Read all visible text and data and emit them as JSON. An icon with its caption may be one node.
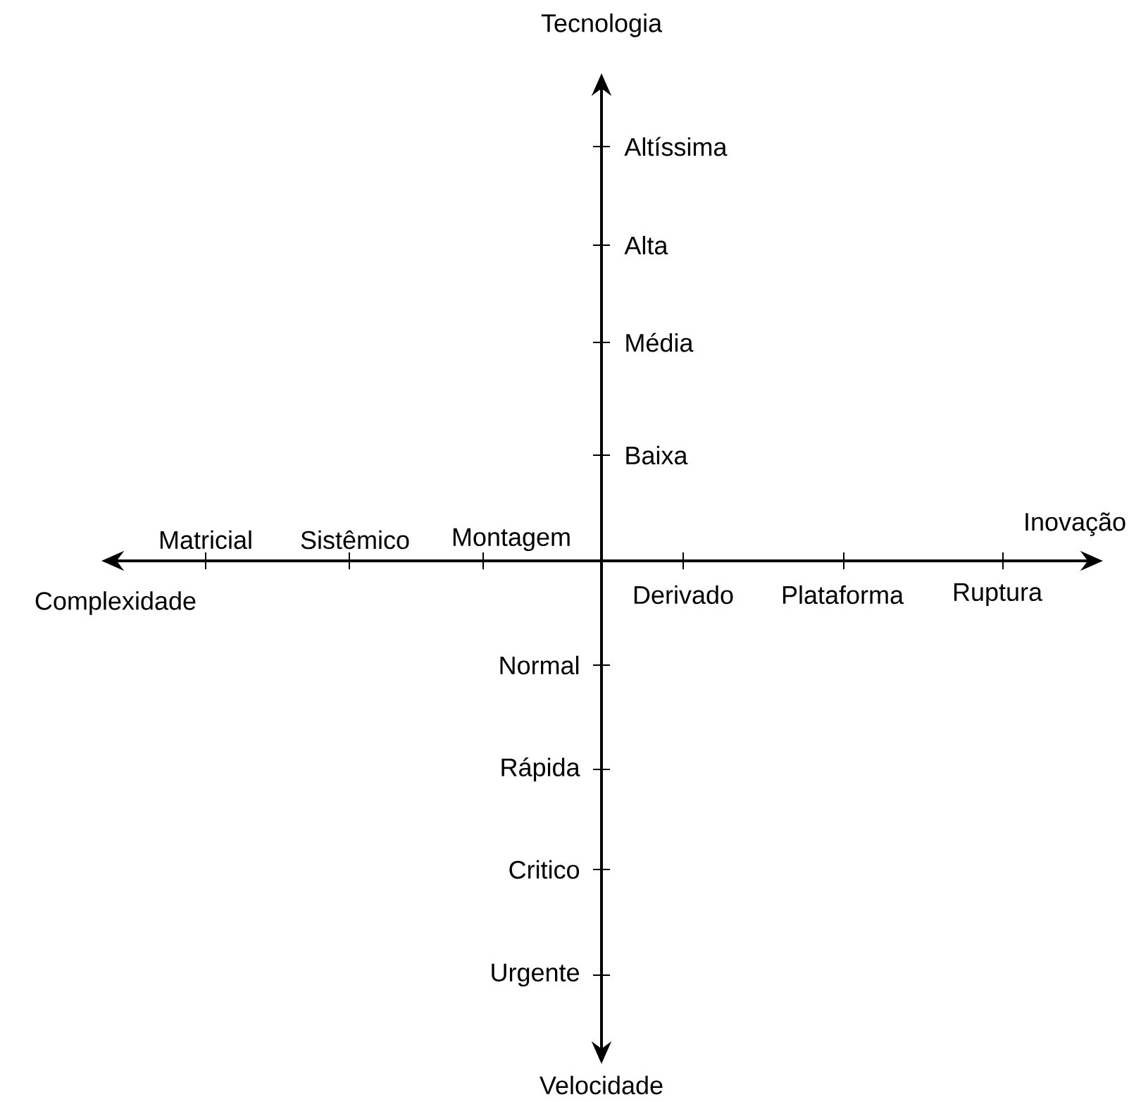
{
  "diagram": {
    "labels": [
      "Tecnologia",
      "Altíssima",
      "Alta",
      "Média",
      "Baixa",
      "Inovação",
      "Matricial",
      "Sistêmico",
      "Montagem",
      "Complexidade",
      "Derivado",
      "Plataforma",
      "Ruptura",
      "Normal",
      "Rápida",
      "Critico",
      "Urgente",
      "Velocidade"
    ]
  }
}
